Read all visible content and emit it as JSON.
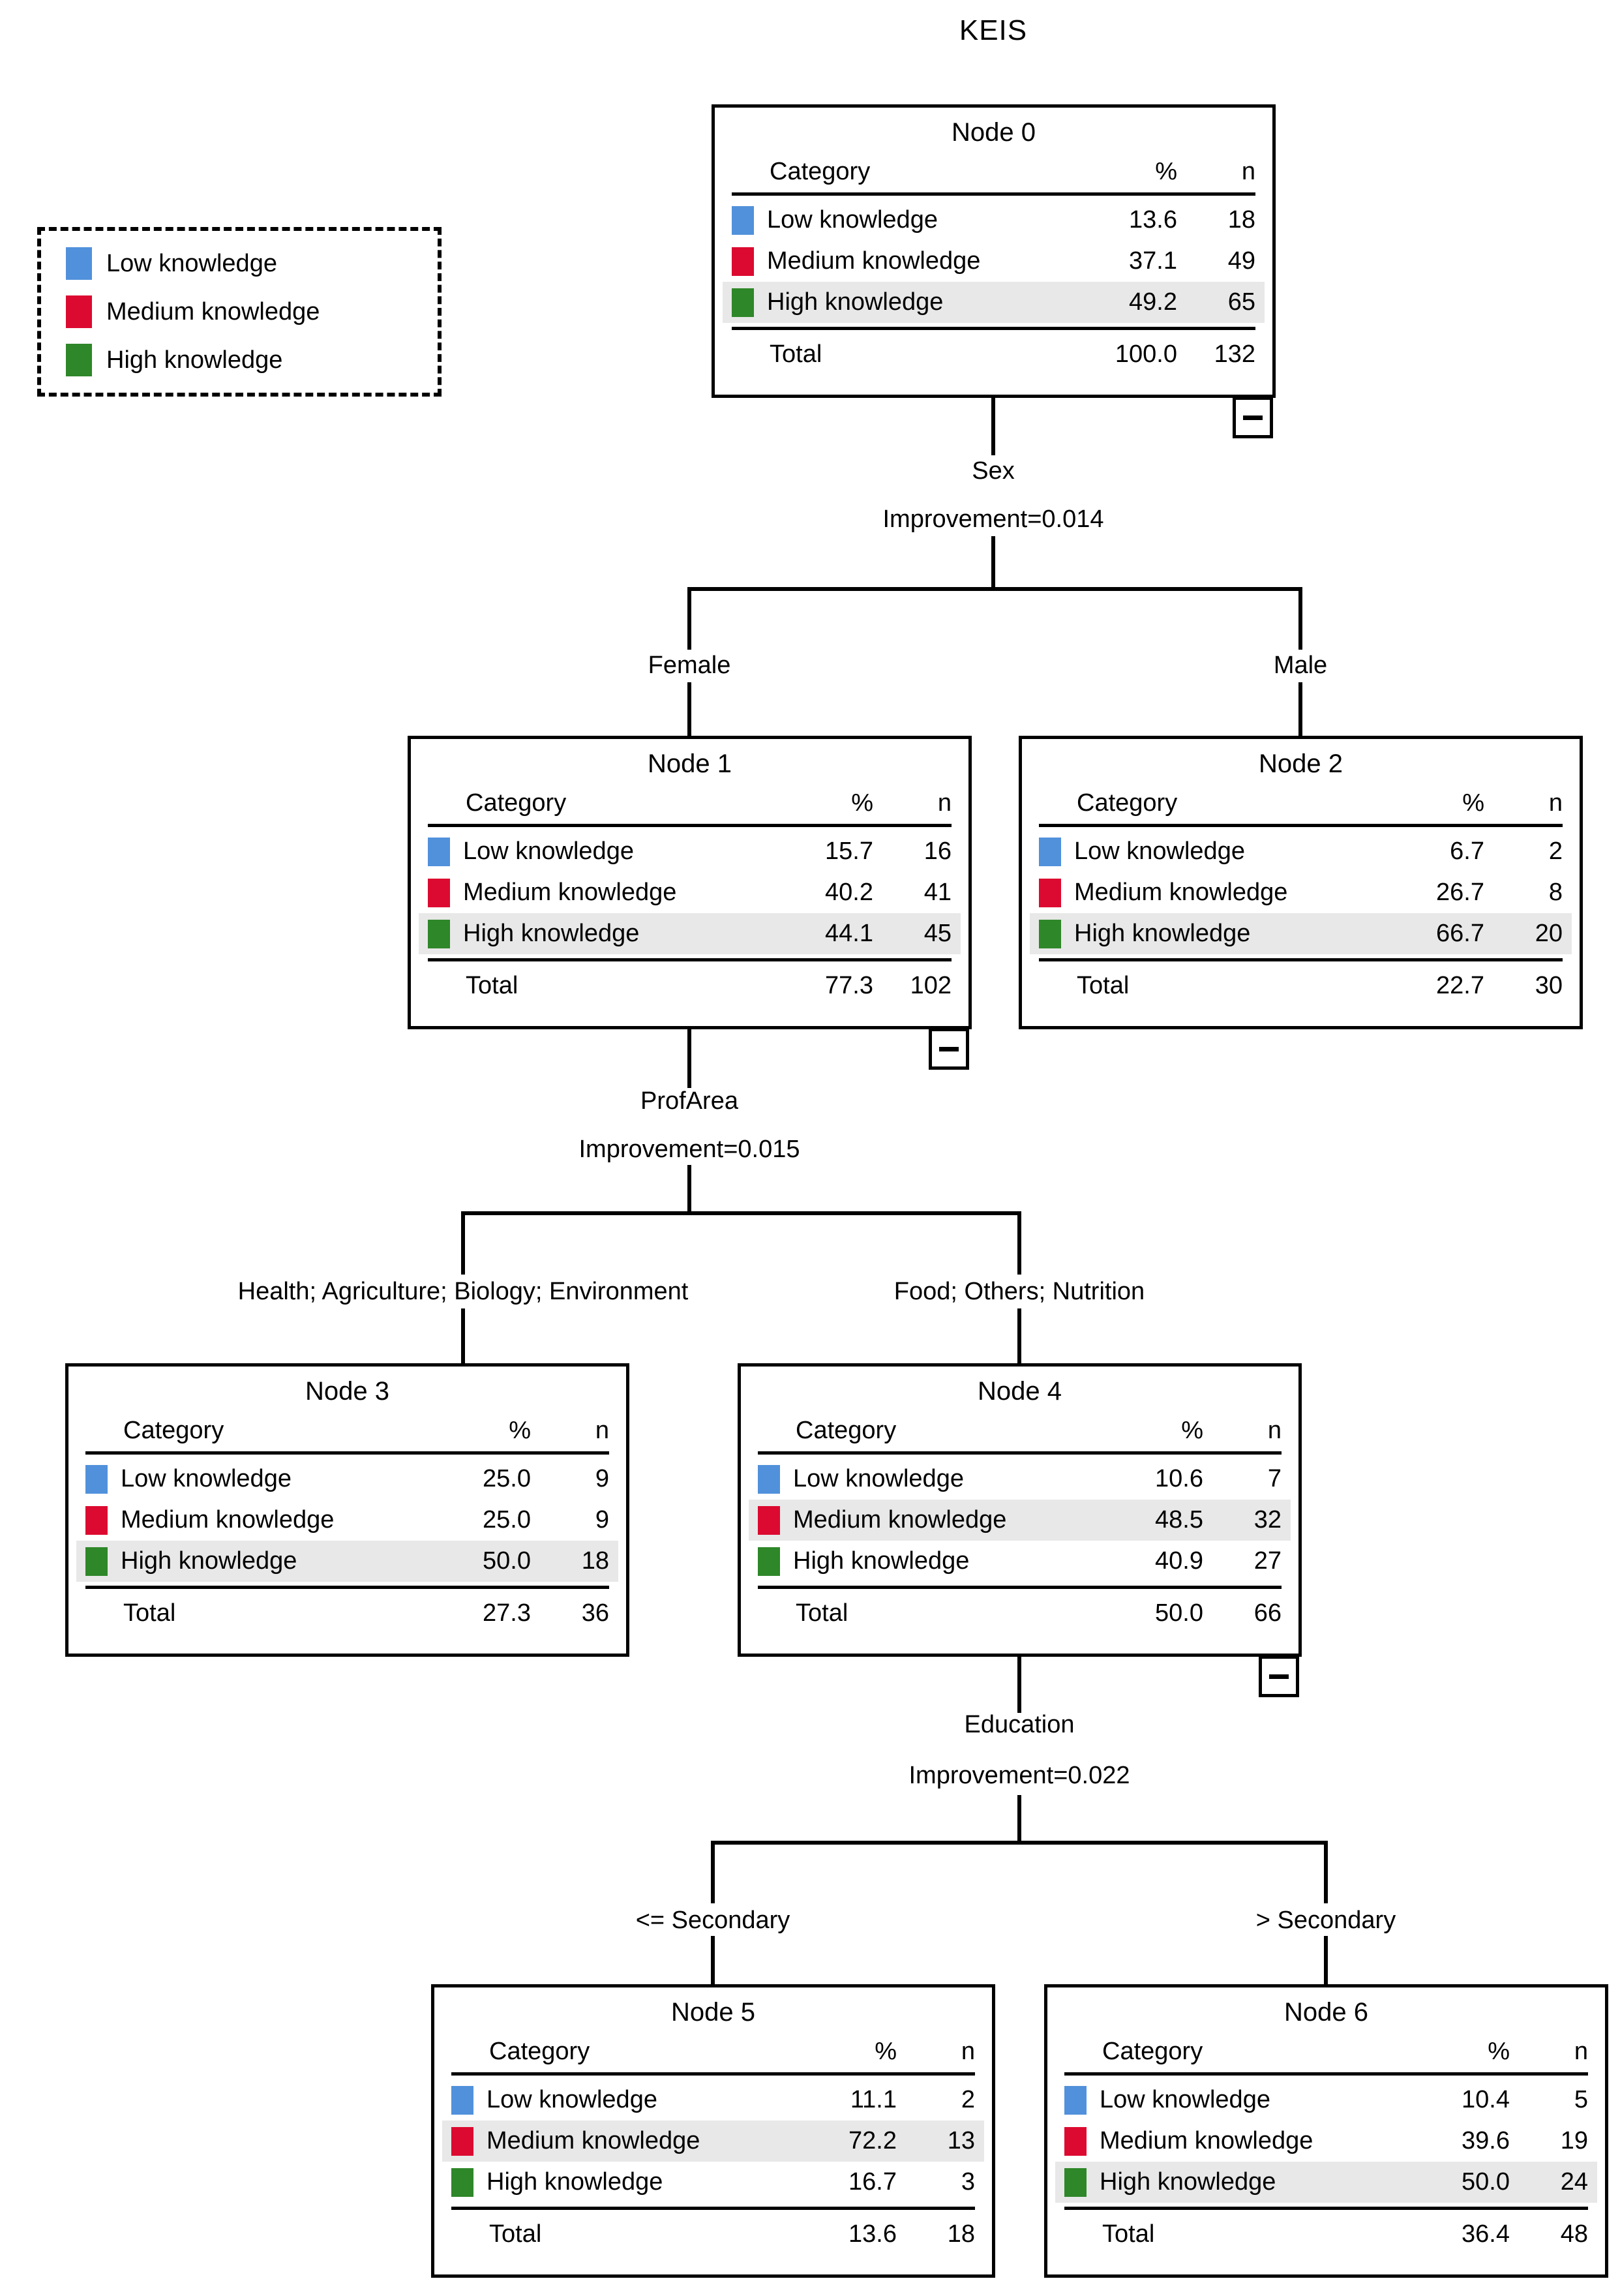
{
  "title": "KEIS",
  "legend": {
    "items": [
      {
        "label": "Low knowledge",
        "color": "#5191DB"
      },
      {
        "label": "Medium knowledge",
        "color": "#DC0A30"
      },
      {
        "label": "High knowledge",
        "color": "#2E8728"
      }
    ]
  },
  "table_headers": {
    "category": "Category",
    "percent": "%",
    "n": "n",
    "total": "Total"
  },
  "splits": [
    {
      "variable": "Sex",
      "improvement": "Improvement=0.014",
      "branches": [
        "Female",
        "Male"
      ]
    },
    {
      "variable": "ProfArea",
      "improvement": "Improvement=0.015",
      "branches": [
        "Health; Agriculture; Biology; Environment",
        "Food; Others; Nutrition"
      ]
    },
    {
      "variable": "Education",
      "improvement": "Improvement=0.022",
      "branches": [
        "<= Secondary",
        "> Secondary"
      ]
    }
  ],
  "nodes": [
    {
      "title": "Node 0",
      "highlight_row": 2,
      "collapse_button": true,
      "rows": [
        {
          "category": "Low knowledge",
          "percent": "13.6",
          "n": "18"
        },
        {
          "category": "Medium knowledge",
          "percent": "37.1",
          "n": "49"
        },
        {
          "category": "High knowledge",
          "percent": "49.2",
          "n": "65"
        }
      ],
      "total": {
        "percent": "100.0",
        "n": "132"
      }
    },
    {
      "title": "Node 1",
      "highlight_row": 2,
      "collapse_button": true,
      "rows": [
        {
          "category": "Low knowledge",
          "percent": "15.7",
          "n": "16"
        },
        {
          "category": "Medium knowledge",
          "percent": "40.2",
          "n": "41"
        },
        {
          "category": "High knowledge",
          "percent": "44.1",
          "n": "45"
        }
      ],
      "total": {
        "percent": "77.3",
        "n": "102"
      }
    },
    {
      "title": "Node 2",
      "highlight_row": 2,
      "collapse_button": false,
      "rows": [
        {
          "category": "Low knowledge",
          "percent": "6.7",
          "n": "2"
        },
        {
          "category": "Medium knowledge",
          "percent": "26.7",
          "n": "8"
        },
        {
          "category": "High knowledge",
          "percent": "66.7",
          "n": "20"
        }
      ],
      "total": {
        "percent": "22.7",
        "n": "30"
      }
    },
    {
      "title": "Node 3",
      "highlight_row": 2,
      "collapse_button": false,
      "rows": [
        {
          "category": "Low knowledge",
          "percent": "25.0",
          "n": "9"
        },
        {
          "category": "Medium knowledge",
          "percent": "25.0",
          "n": "9"
        },
        {
          "category": "High knowledge",
          "percent": "50.0",
          "n": "18"
        }
      ],
      "total": {
        "percent": "27.3",
        "n": "36"
      }
    },
    {
      "title": "Node 4",
      "highlight_row": 1,
      "collapse_button": true,
      "rows": [
        {
          "category": "Low knowledge",
          "percent": "10.6",
          "n": "7"
        },
        {
          "category": "Medium knowledge",
          "percent": "48.5",
          "n": "32"
        },
        {
          "category": "High knowledge",
          "percent": "40.9",
          "n": "27"
        }
      ],
      "total": {
        "percent": "50.0",
        "n": "66"
      }
    },
    {
      "title": "Node 5",
      "highlight_row": 1,
      "collapse_button": false,
      "rows": [
        {
          "category": "Low knowledge",
          "percent": "11.1",
          "n": "2"
        },
        {
          "category": "Medium knowledge",
          "percent": "72.2",
          "n": "13"
        },
        {
          "category": "High knowledge",
          "percent": "16.7",
          "n": "3"
        }
      ],
      "total": {
        "percent": "13.6",
        "n": "18"
      }
    },
    {
      "title": "Node 6",
      "highlight_row": 2,
      "collapse_button": false,
      "rows": [
        {
          "category": "Low knowledge",
          "percent": "10.4",
          "n": "5"
        },
        {
          "category": "Medium knowledge",
          "percent": "39.6",
          "n": "19"
        },
        {
          "category": "High knowledge",
          "percent": "50.0",
          "n": "24"
        }
      ],
      "total": {
        "percent": "36.4",
        "n": "48"
      }
    }
  ]
}
